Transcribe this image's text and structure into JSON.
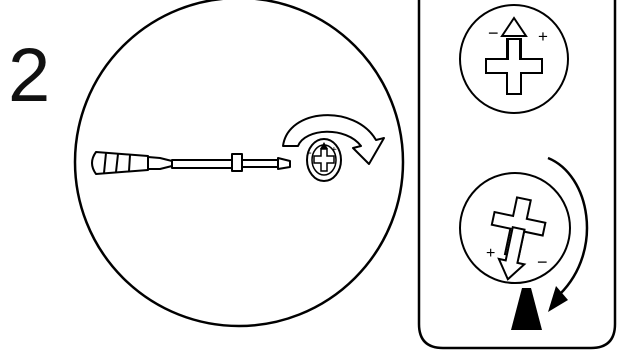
{
  "step": {
    "number": "2"
  },
  "main_illustration": {
    "adjuster_minus": "-",
    "adjuster_plus": "+"
  },
  "detail_panel": {
    "top_minus": "−",
    "top_plus": "+",
    "bottom_plus": "+",
    "bottom_minus": "−"
  },
  "colors": {
    "line": "#000000",
    "background": "#ffffff",
    "handle_fill": "#ffffff",
    "grip_fill": "#000000"
  },
  "icons": {
    "rotation_arrow": "curved-arrow-clockwise",
    "adjust_arrow": "straight-arrow-up",
    "tool": "screwdriver"
  }
}
